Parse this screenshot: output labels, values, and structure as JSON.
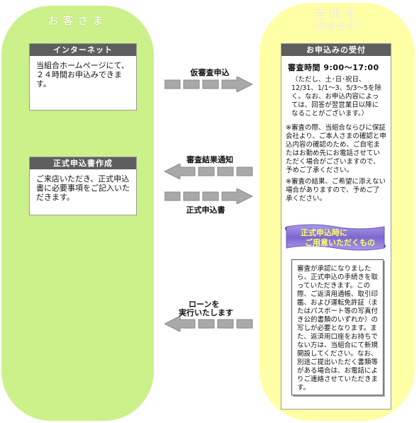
{
  "left": {
    "title": "お客さま"
  },
  "right": {
    "title": "当組合",
    "subtitle": "（保証会社）"
  },
  "internet": {
    "header": "インターネット",
    "body": "当組合ホームページにて、２４時間お申込みできます。"
  },
  "formal": {
    "header": "正式申込書作成",
    "body": "ご来店いただき、正式申込書に必要事項をご記入いただきます。"
  },
  "reception": {
    "header": "お申込みの受付",
    "hours": "審査時間 9:00～17:00",
    "note": "（ただし、土･日･祝日、12/31、1/1～3、5/3～5を除く。なお、お申込内容によっては、回答が翌営業日以降になることがございます。）",
    "warn1": "※審査の際、当組合ならびに保証会社より、ご本人さまの確認と申込内容の確認のため、ご自宅またはお勤め先にお電話させていただく場合がございますので、予めご了承ください。",
    "warn2": "※審査の結果、ご希望に添えない場合がありますので、予めご了承ください。"
  },
  "banner": {
    "line1": "正式申込時に",
    "line2": "ご用意いただくもの"
  },
  "docs": {
    "body": "審査が承認になりましたら、正式申込の手続きを取っていただきます。この際、ご返済用通帳、取引印鑑、および運転免許証（またはパスポート等の写真付き公的書類のいずれか）の写しが必要となります。また、返済用口座をお持ちでない方は、当組合にて新規開設してください。なお、別途ご提出いただく書類等がある場合は、お電話によりご連絡させていただきます。"
  },
  "flows": {
    "provisional": "仮審査申込",
    "result": "審査結果通知",
    "formal_app": "正式申込書",
    "loan_line1": "ローンを",
    "loan_line2": "実行いたします"
  },
  "colors": {
    "left_bg": "#ccf08a",
    "right_bg": "#ffffa6",
    "header_bg": "#5e5e5e",
    "banner": "#8b79d8"
  }
}
